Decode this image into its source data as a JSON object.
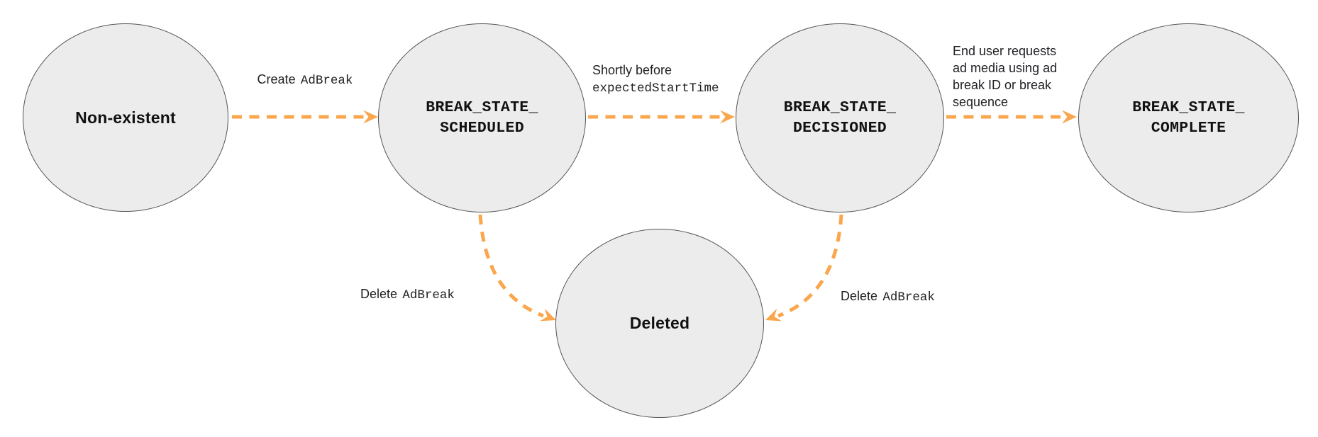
{
  "colors": {
    "background": "#ffffff",
    "node_fill": "#ececec",
    "node_stroke": "#545454",
    "arrow": "#FAA64C",
    "text": "#1c1c1c"
  },
  "diagram": {
    "type": "state-diagram",
    "states": [
      {
        "name": "Non-existent"
      },
      {
        "name": "BREAK_STATE_\nSCHEDULED"
      },
      {
        "name": "BREAK_STATE_\nDECISIONED"
      },
      {
        "name": "BREAK_STATE_\nCOMPLETE"
      },
      {
        "name": "Deleted"
      }
    ],
    "transitions": [
      {
        "from": "Non-existent",
        "to": "BREAK_STATE_SCHEDULED",
        "label_plain": "Create",
        "label_code": "AdBreak"
      },
      {
        "from": "BREAK_STATE_SCHEDULED",
        "to": "BREAK_STATE_DECISIONED",
        "label_plain": "Shortly before",
        "label_code": "expectedStartTime"
      },
      {
        "from": "BREAK_STATE_DECISIONED",
        "to": "BREAK_STATE_COMPLETE",
        "label_plain": "End user requests\nad media using ad\nbreak ID or break\nsequence",
        "label_code": ""
      },
      {
        "from": "BREAK_STATE_SCHEDULED",
        "to": "Deleted",
        "label_plain": "Delete",
        "label_code": "AdBreak"
      },
      {
        "from": "BREAK_STATE_DECISIONED",
        "to": "Deleted",
        "label_plain": "Delete",
        "label_code": "AdBreak"
      }
    ]
  }
}
